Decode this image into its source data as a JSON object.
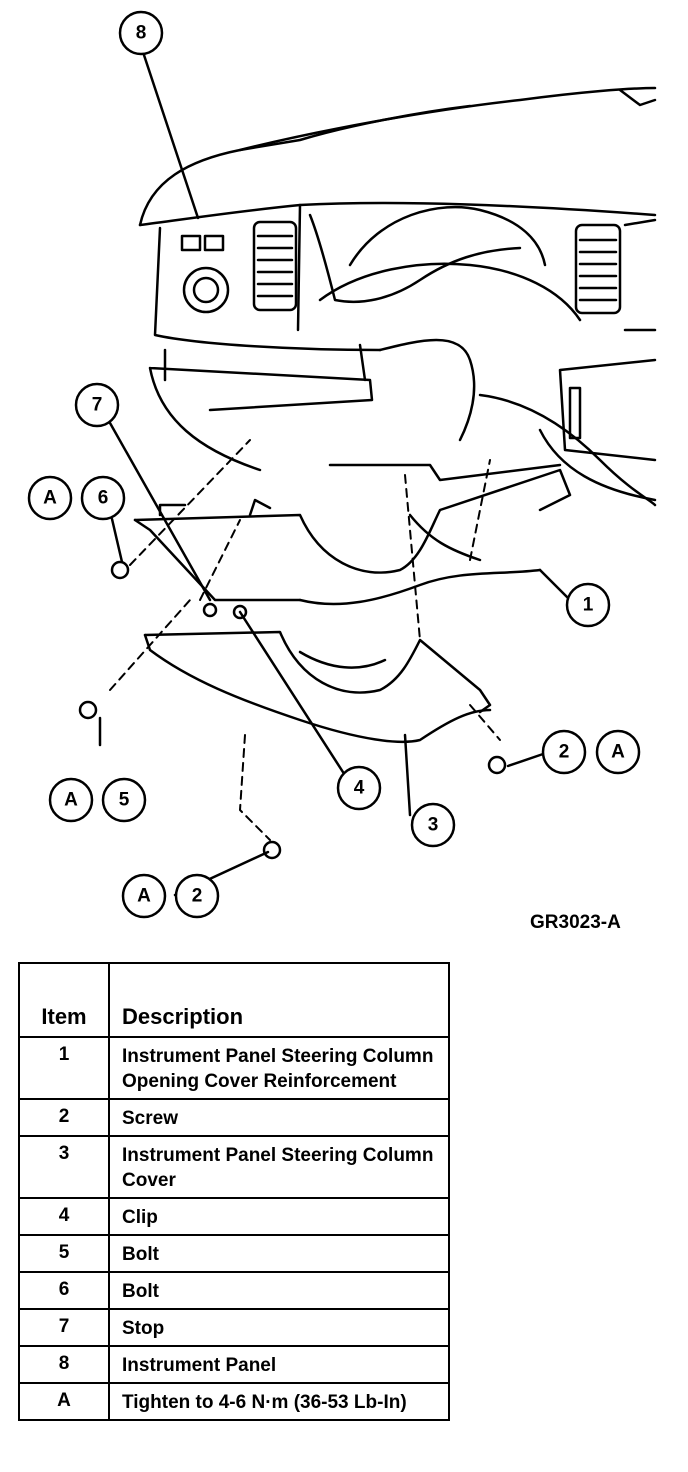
{
  "callouts": {
    "c8": "8",
    "c7": "7",
    "c6": "6",
    "c1": "1",
    "c4": "4",
    "c3": "3",
    "c5": "5",
    "c2a": "2",
    "c2b": "2",
    "a1": "A",
    "a2": "A",
    "a3": "A",
    "a4": "A"
  },
  "figure_code": "GR3023-A",
  "table": {
    "header_item": "Item",
    "header_description": "Description",
    "rows": [
      {
        "item": "1",
        "description": "Instrument Panel Steering Column Opening Cover Reinforcement"
      },
      {
        "item": "2",
        "description": "Screw"
      },
      {
        "item": "3",
        "description": "Instrument Panel Steering Column Cover"
      },
      {
        "item": "4",
        "description": "Clip"
      },
      {
        "item": "5",
        "description": "Bolt"
      },
      {
        "item": "6",
        "description": "Bolt"
      },
      {
        "item": "7",
        "description": "Stop"
      },
      {
        "item": "8",
        "description": "Instrument Panel"
      },
      {
        "item": "A",
        "description": "Tighten to 4-6 N·m (36-53 Lb-In)"
      }
    ]
  }
}
